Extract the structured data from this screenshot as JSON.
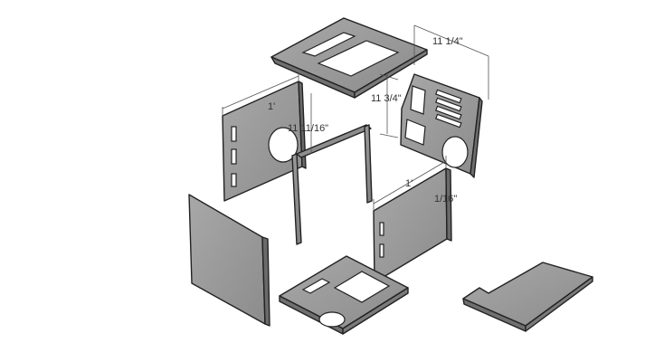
{
  "dimensions": {
    "top_width": "11 1/4\"",
    "back_height": "11 3/4\"",
    "side_width": "1'",
    "frame_height": "11 11/16\"",
    "front_width": "1'",
    "front_offset": "1/16\""
  },
  "colors": {
    "panel_fill": "#9a9a9a",
    "panel_dark": "#7a7a7a",
    "outline": "#222222",
    "background": "#ffffff"
  }
}
